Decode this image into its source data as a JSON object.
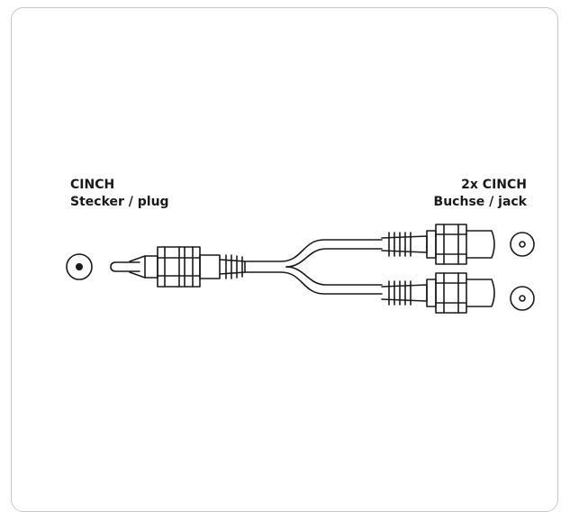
{
  "left": {
    "title": "CINCH",
    "subtitle": "Stecker / plug",
    "symbol_icon": "plug-face-icon"
  },
  "right": {
    "title": "2x CINCH",
    "subtitle": "Buchse / jack",
    "symbol_icon": "jack-face-icon"
  },
  "colors": {
    "line": "#1a1a1a",
    "frame": "#c8c8c8",
    "background": "#ffffff"
  }
}
